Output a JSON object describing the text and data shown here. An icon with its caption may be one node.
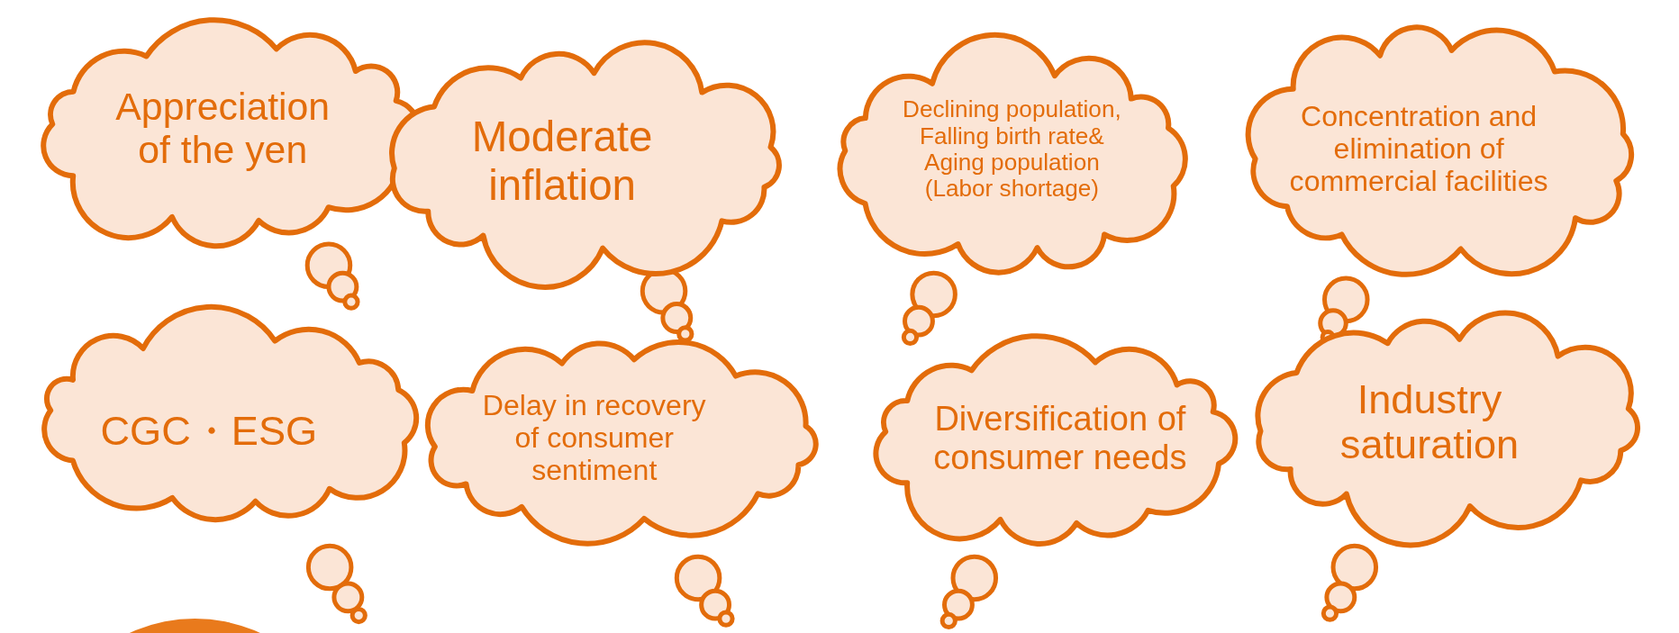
{
  "diagram": {
    "nodes": [
      {
        "text": [
          "Appreciation of the yen"
        ]
      },
      {
        "text": [
          "Moderate inflation"
        ]
      },
      {
        "text": [
          "Declining population, Falling birth rate& Aging population (Labor shortage)"
        ]
      },
      {
        "text": [
          "Concentration and elimination of commercial facilities"
        ]
      },
      {
        "text": [
          "CGC・ESG"
        ]
      },
      {
        "text": [
          "Delay in recovery of consumer sentiment"
        ]
      },
      {
        "text": [
          "Diversification of consumer needs"
        ]
      },
      {
        "text": [
          "Industry saturation"
        ]
      },
      {
        "text": [],
        "shape": "circle"
      }
    ]
  }
}
